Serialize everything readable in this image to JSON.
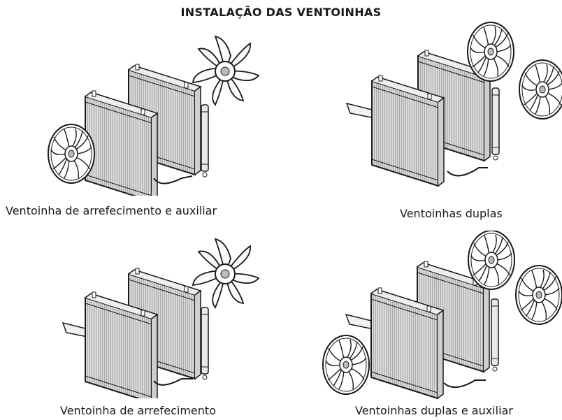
{
  "title": "INSTALAÇÃO DAS VENTOINHAS",
  "captions": {
    "top_left": "Ventoinha de arrefecimento e auxiliar",
    "top_right": "Ventoinhas duplas",
    "bottom_left": "Ventoinha de arrefecimento",
    "bottom_right": "Ventoinhas duplas e auxiliar"
  },
  "colors": {
    "ink": "#1a1a1a",
    "fin": "#8a8a8a",
    "background": "#ffffff"
  }
}
